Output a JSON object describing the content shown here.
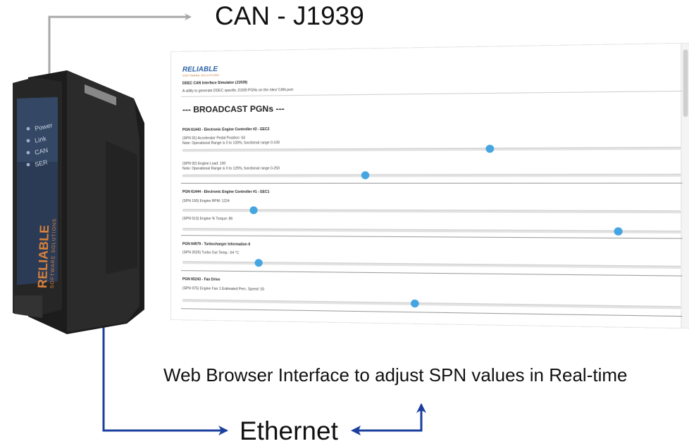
{
  "labels": {
    "can": "CAN - J1939",
    "web": "Web Browser Interface to adjust SPN values in Real-time",
    "ethernet": "Ethernet"
  },
  "device": {
    "leds": [
      "Power",
      "Link",
      "CAN",
      "SER"
    ],
    "brand": "RELIABLE",
    "brand_sub": "SOFTWARE SOLUTIONS"
  },
  "browser": {
    "logo_text": "RELIABLE",
    "logo_sub": "SOFTWARE SOLUTIONS",
    "app_title": "DDEC CAN Interface Simulator (J1939)",
    "app_desc": "A utility to generate DDEC specific J1939 PGNs on the /dev/ CAN port",
    "section_title": "--- BROADCAST PGNs ---",
    "pgns": [
      {
        "title": "PGN 61443 - Electronic Engine Controller #2 - EEC2",
        "spns": [
          {
            "label": "(SPN 91) Accelerator Pedal Position: 63",
            "note": "Note: Operational Range is 0 to 100%, functional range 0-100",
            "fraction": 0.63
          },
          {
            "label": "(SPN 92) Engine Load: 100",
            "note": "Note: Operational Range is 0 to 125%, functional range 0-250",
            "fraction": 0.38
          }
        ]
      },
      {
        "title": "PGN 61444 - Electronic Engine Controller #1 - EEC1",
        "spns": [
          {
            "label": "(SPN 190) Engine RPM: 1224",
            "note": "",
            "fraction": 0.15
          },
          {
            "label": "(SPN 513) Engine % Torque: 86",
            "note": "",
            "fraction": 0.88
          }
        ]
      },
      {
        "title": "PGN 64979 - Turbocharger Information 6",
        "spns": [
          {
            "label": "(SPN 2629) Turbo Out Temp.: 64 °C",
            "note": "",
            "fraction": 0.16
          }
        ]
      },
      {
        "title": "PGN 65243 - Fan Drive",
        "spns": [
          {
            "label": "(SPN 975) Engine Fan 1 Estimated Perc. Speed: 50",
            "note": "",
            "fraction": 0.48
          }
        ]
      }
    ]
  },
  "colors": {
    "can_arrow": "#a8a8a8",
    "ethernet_arrow": "#1a3f9e",
    "slider_thumb": "#45a5e0"
  }
}
